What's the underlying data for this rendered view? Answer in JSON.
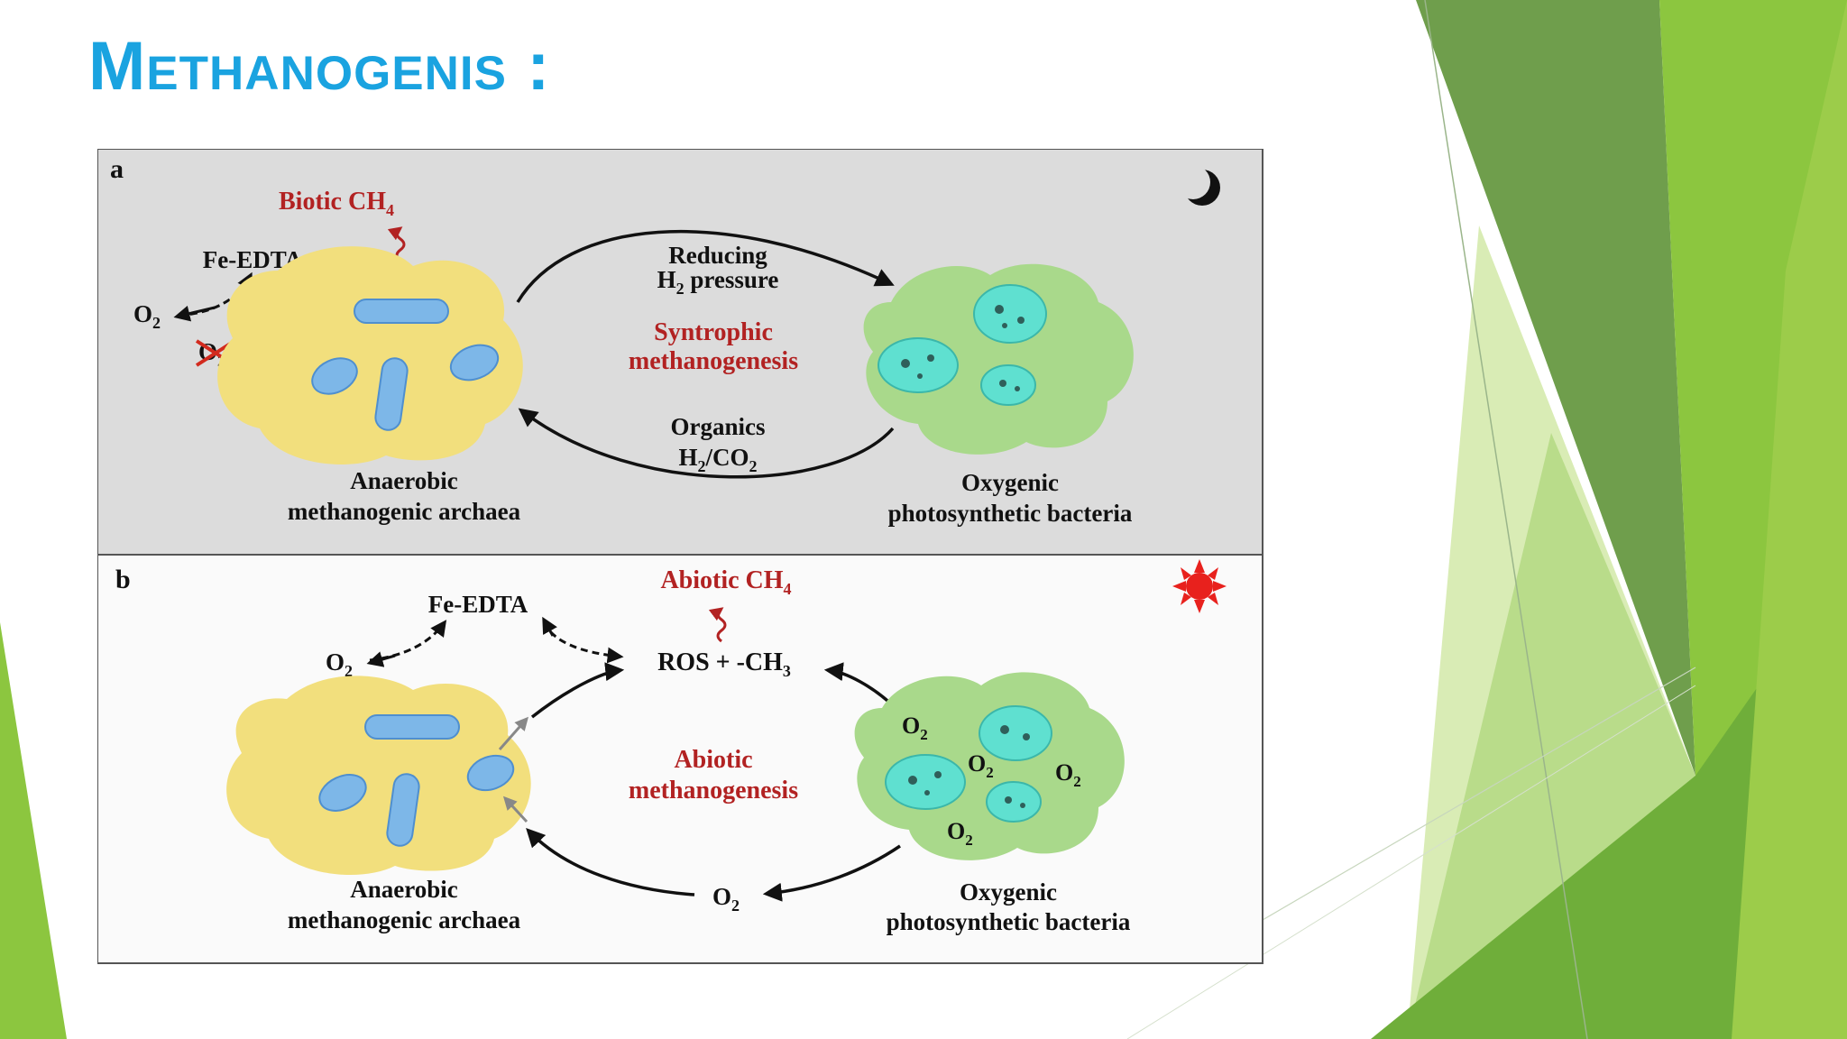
{
  "slide": {
    "title": "Methanogenis :"
  },
  "colors": {
    "title": "#1aa3e0",
    "panel_a_bg": "#dcdcdc",
    "panel_b_bg": "#fafafa",
    "red_label": "#b22222",
    "archaea_blob": "#f2df7d",
    "archaea_cell": "#7db7e8",
    "bacteria_blob": "#a9d98b",
    "bacteria_cell": "#5fe0d0",
    "green_dark": "#5e9b3c",
    "green_light": "#8cc63f",
    "green_pale": "#d9ecb5",
    "sun": "#e8211d"
  },
  "panel_a": {
    "letter": "a",
    "moon_icon": "crescent-moon-icon",
    "biotic": "Biotic CH",
    "biotic_sub": "4",
    "fe_edta": "Fe-EDTA",
    "o2": "O",
    "o2_sub": "2",
    "o2_crossed": "O",
    "o2_crossed_sub": "2",
    "reducing_line1": "Reducing",
    "reducing_line2_a": "H",
    "reducing_line2_sub": "2",
    "reducing_line2_b": " pressure",
    "center_line1": "Syntrophic",
    "center_line2": "methanogenesis",
    "organics": "Organics",
    "h2co2_a": "H",
    "h2co2_sub1": "2",
    "h2co2_b": "/CO",
    "h2co2_sub2": "2",
    "left_label_line1": "Anaerobic",
    "left_label_line2": "methanogenic archaea",
    "right_label_line1": "Oxygenic",
    "right_label_line2": "photosynthetic bacteria"
  },
  "panel_b": {
    "letter": "b",
    "sun_icon": "sun-icon",
    "abiotic": "Abiotic CH",
    "abiotic_sub": "4",
    "fe_edta": "Fe-EDTA",
    "o2": "O",
    "o2_sub": "2",
    "ros_a": "ROS + -CH",
    "ros_sub": "3",
    "center_line1": "Abiotic",
    "center_line2": "methanogenesis",
    "o2_bottom": "O",
    "o2_bottom_sub": "2",
    "cell_o2": "O",
    "cell_o2_sub": "2",
    "left_label_line1": "Anaerobic",
    "left_label_line2": "methanogenic archaea",
    "right_label_line1": "Oxygenic",
    "right_label_line2": "photosynthetic bacteria"
  }
}
